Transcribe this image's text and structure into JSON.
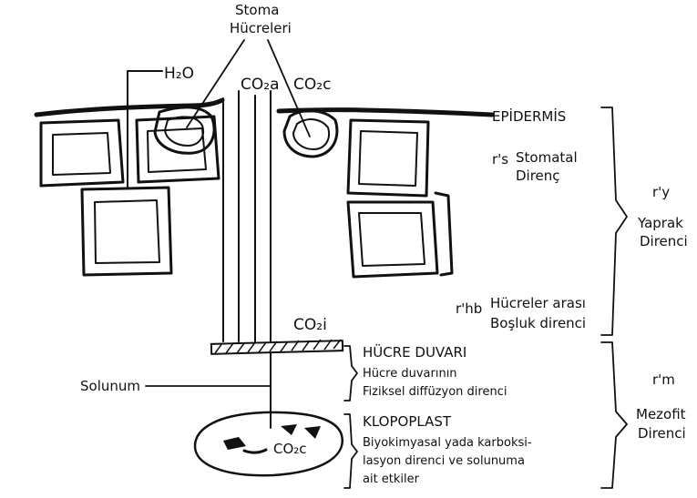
{
  "labels": {
    "stoma_title_1": "Stoma",
    "stoma_title_2": "Hücreleri",
    "h2o": "H₂O",
    "co2a": "CO₂a",
    "co2c_top": "CO₂c",
    "epidermis": "EPİDERMİS",
    "rs_symbol": "r's",
    "stomatal_1": "Stomatal",
    "stomatal_2": "Direnç",
    "ry_symbol": "r'y",
    "yaprak_1": "Yaprak",
    "yaprak_2": "Direnci",
    "rhb_symbol": "r'hb",
    "hucreler_arasi_1": "Hücreler arası",
    "hucreler_arasi_2": "Boşluk direnci",
    "co2i": "CO₂i",
    "hucre_duvari": "HÜCRE DUVARI",
    "hucre_duvari_2": "Hücre duvarının",
    "hucre_duvari_3": "Fiziksel diffüzyon direnci",
    "solunum": "Solunum",
    "rm_symbol": "r'm",
    "mezofit_1": "Mezofit",
    "mezofit_2": "Direnci",
    "kloroplast": "KLOPOPLAST",
    "kloroplast_2": "Biyokimyasal yada karboksi-",
    "kloroplast_3": "lasyon direnci ve solunuma",
    "kloroplast_4": "ait etkiler",
    "co2c_bottom": "CO₂c"
  }
}
